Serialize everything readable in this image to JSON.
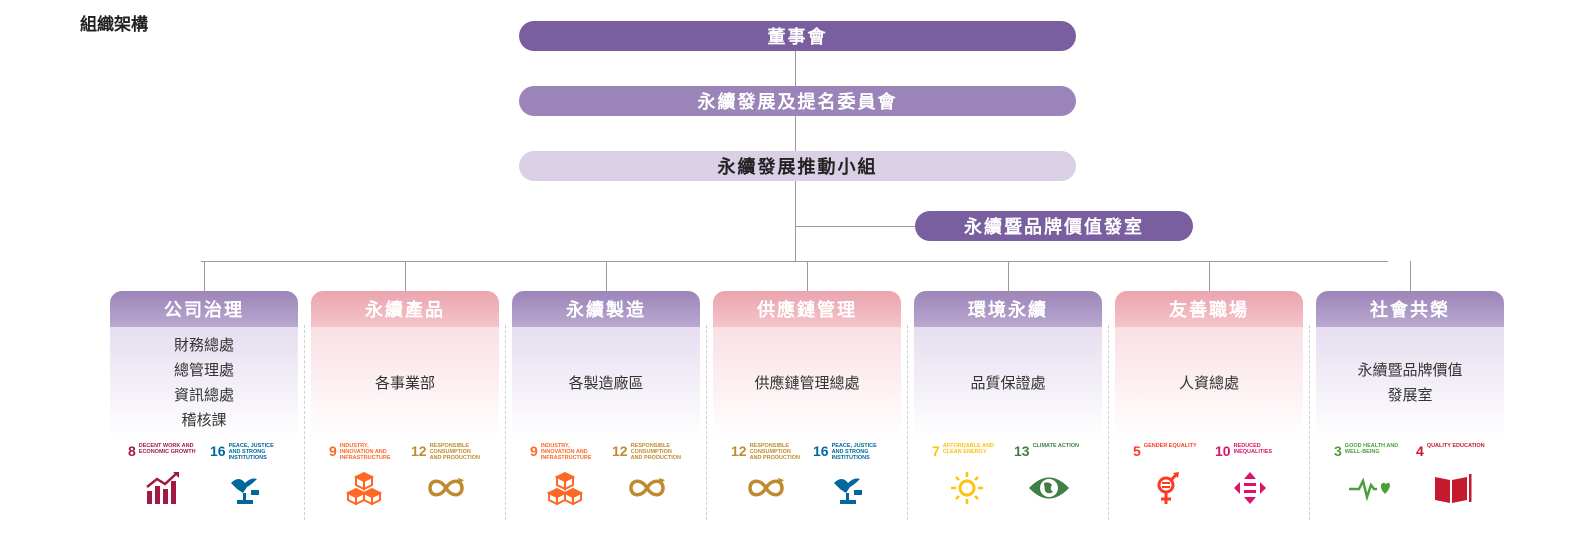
{
  "title": "組織架構",
  "levels": {
    "board": "董事會",
    "committee": "永續發展及提名委員會",
    "task_force": "永續發展推動小組",
    "office": "永續暨品牌價值發室"
  },
  "cards": [
    {
      "head": "公司治理",
      "theme": "purple",
      "units": [
        "財務總處",
        "總管理處",
        "資訊總處",
        "稽核課"
      ],
      "sdgs": [
        {
          "num": "8",
          "text": "DECENT WORK AND ECONOMIC GROWTH",
          "color": "#a21942",
          "icon": "growth-chart-icon"
        },
        {
          "num": "16",
          "text": "PEACE, JUSTICE AND STRONG INSTITUTIONS",
          "color": "#00689d",
          "icon": "dove-gavel-icon"
        }
      ]
    },
    {
      "head": "永續產品",
      "theme": "pink",
      "units": [
        "各事業部"
      ],
      "sdgs": [
        {
          "num": "9",
          "text": "INDUSTRY, INNOVATION AND INFRASTRUCTURE",
          "color": "#fd6925",
          "icon": "cubes-icon"
        },
        {
          "num": "12",
          "text": "RESPONSIBLE CONSUMPTION AND PRODUCTION",
          "color": "#bf8b2e",
          "icon": "infinity-icon"
        }
      ]
    },
    {
      "head": "永續製造",
      "theme": "purple",
      "units": [
        "各製造廠區"
      ],
      "sdgs": [
        {
          "num": "9",
          "text": "INDUSTRY, INNOVATION AND INFRASTRUCTURE",
          "color": "#fd6925",
          "icon": "cubes-icon"
        },
        {
          "num": "12",
          "text": "RESPONSIBLE CONSUMPTION AND PRODUCTION",
          "color": "#bf8b2e",
          "icon": "infinity-icon"
        }
      ]
    },
    {
      "head": "供應鏈管理",
      "theme": "pink",
      "units": [
        "供應鏈管理總處"
      ],
      "sdgs": [
        {
          "num": "12",
          "text": "RESPONSIBLE CONSUMPTION AND PRODUCTION",
          "color": "#bf8b2e",
          "icon": "infinity-icon"
        },
        {
          "num": "16",
          "text": "PEACE, JUSTICE AND STRONG INSTITUTIONS",
          "color": "#00689d",
          "icon": "dove-gavel-icon"
        }
      ]
    },
    {
      "head": "環境永續",
      "theme": "purple",
      "units": [
        "品質保證處"
      ],
      "sdgs": [
        {
          "num": "7",
          "text": "AFFORDABLE AND CLEAN ENERGY",
          "color": "#fcc30b",
          "icon": "sun-icon"
        },
        {
          "num": "13",
          "text": "CLIMATE ACTION",
          "color": "#3f7e44",
          "icon": "eye-globe-icon"
        }
      ]
    },
    {
      "head": "友善職場",
      "theme": "pink",
      "units": [
        "人資總處"
      ],
      "sdgs": [
        {
          "num": "5",
          "text": "GENDER EQUALITY",
          "color": "#ff3a21",
          "icon": "gender-icon"
        },
        {
          "num": "10",
          "text": "REDUCED INEQUALITIES",
          "color": "#dd1367",
          "icon": "equality-arrows-icon"
        }
      ]
    },
    {
      "head": "社會共榮",
      "theme": "purple",
      "units": [
        "永續暨品牌價值",
        "發展室"
      ],
      "sdgs": [
        {
          "num": "3",
          "text": "GOOD HEALTH AND WELL-BEING",
          "color": "#4c9f38",
          "icon": "heartbeat-icon"
        },
        {
          "num": "4",
          "text": "QUALITY EDUCATION",
          "color": "#c5192d",
          "icon": "book-icon"
        }
      ]
    }
  ]
}
